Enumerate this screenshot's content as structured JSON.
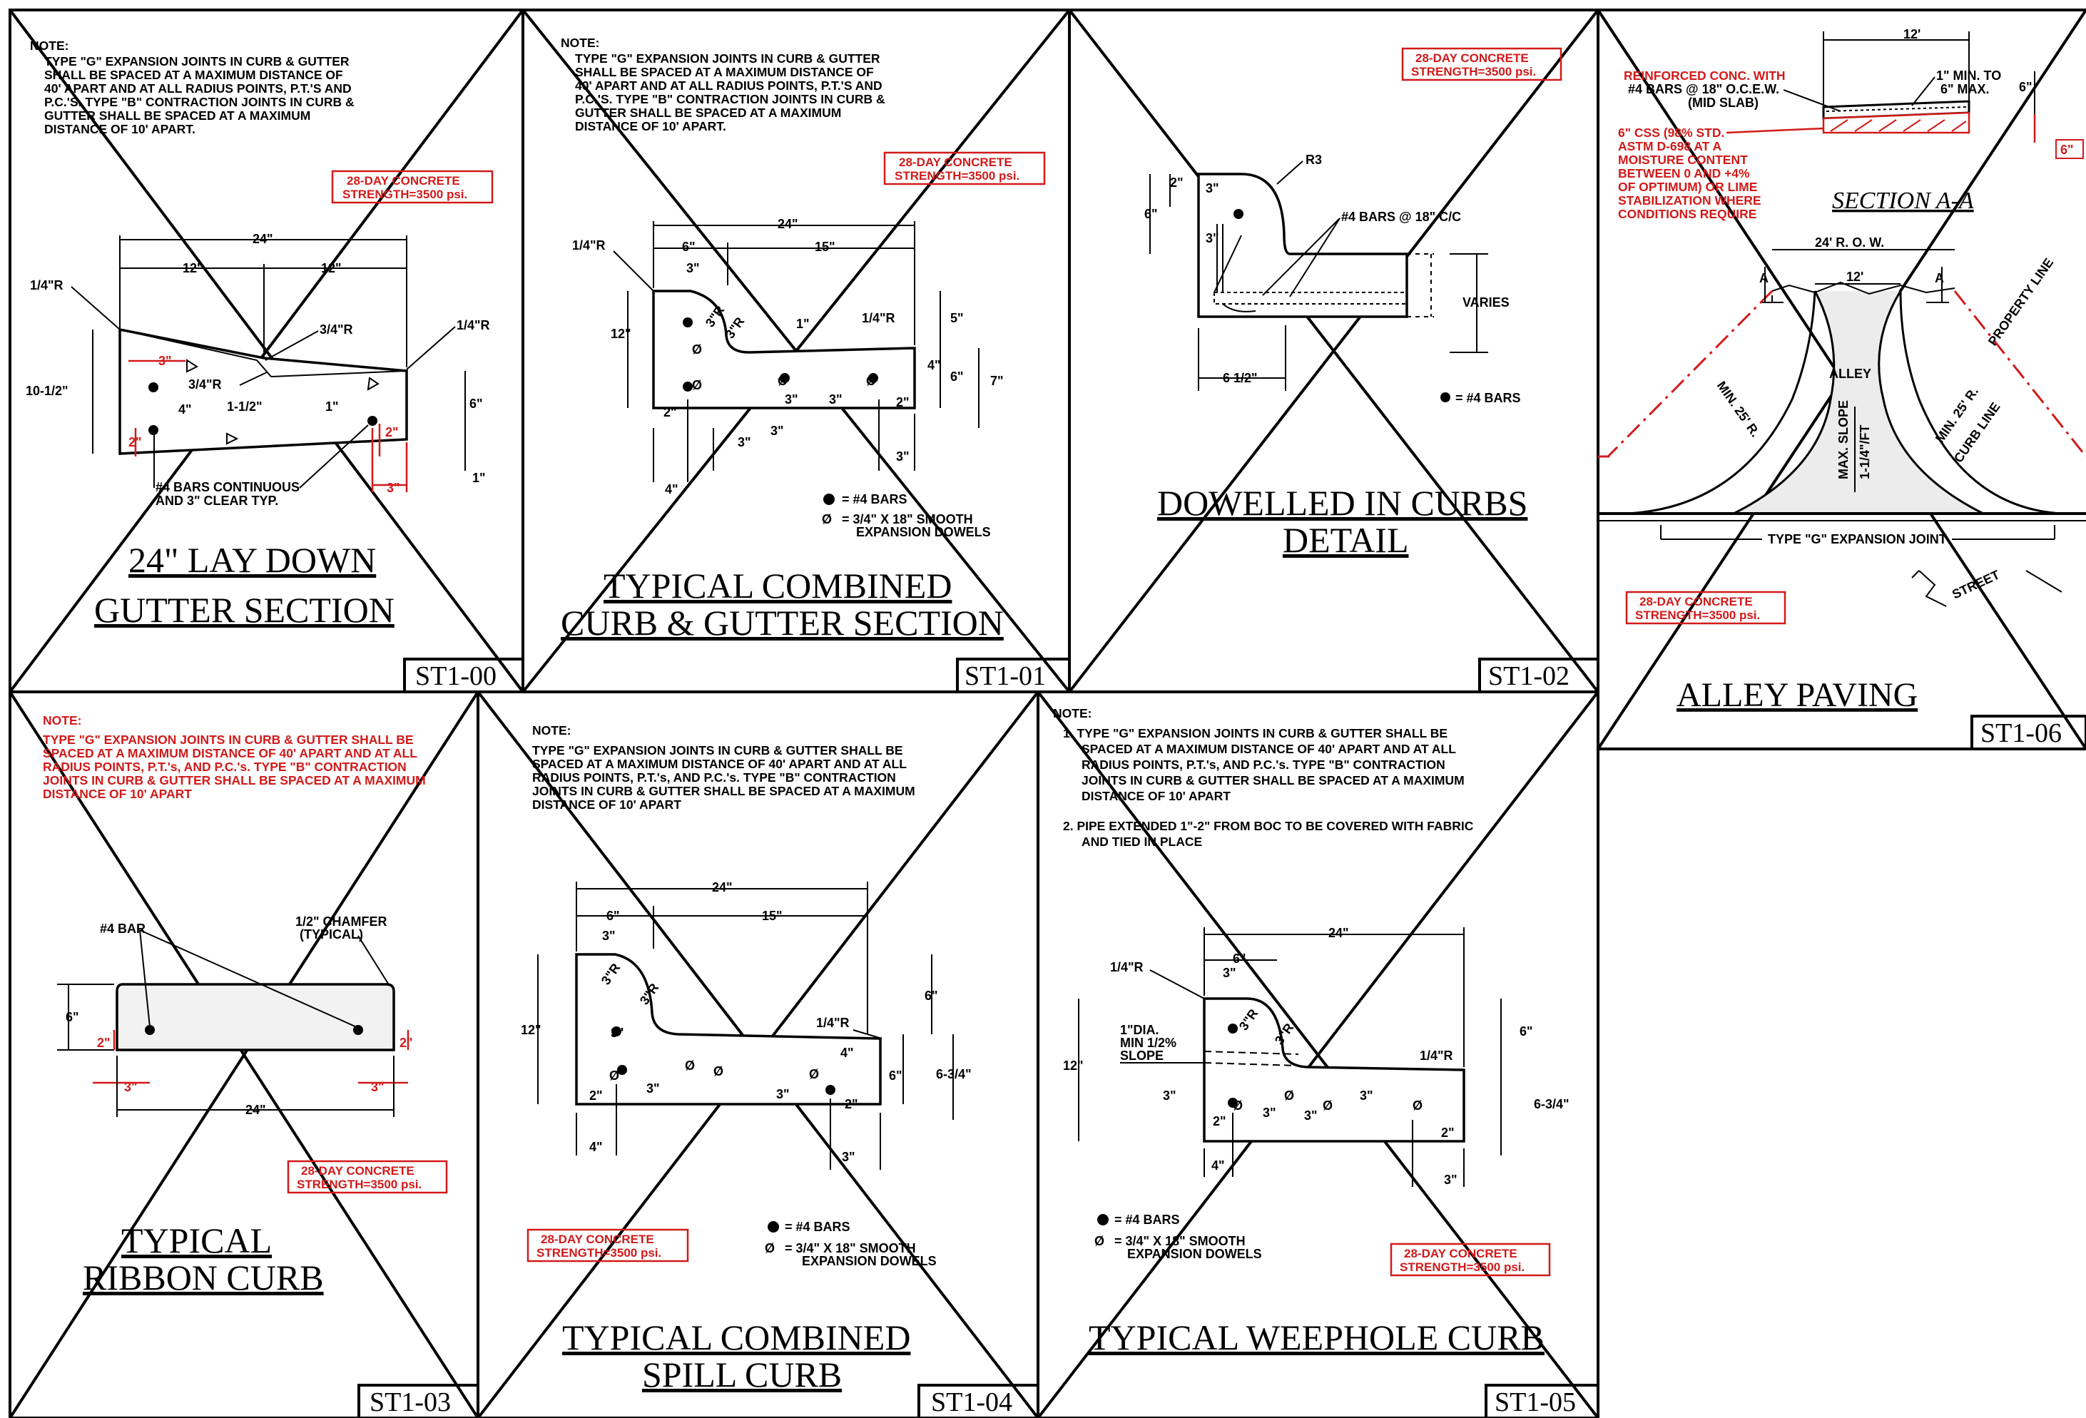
{
  "colors": {
    "line": "#000000",
    "red": "#d21a1a",
    "background": "#ffffff"
  },
  "concrete_note": [
    "28-DAY CONCRETE",
    "STRENGTH=3500 psi."
  ],
  "common": {
    "bars_legend": "= #4 BARS",
    "dowel_legend_1": "= 3/4\" X 18\" SMOOTH",
    "dowel_legend_2": "EXPANSION DOWELS",
    "note_head": "NOTE:"
  },
  "panels": {
    "st1_00": {
      "sheet": "ST1-00",
      "title": [
        "24\" LAY DOWN",
        "GUTTER SECTION"
      ],
      "note": [
        "NOTE:",
        "TYPE \"G\" EXPANSION JOINTS IN CURB & GUTTER",
        "SHALL BE SPACED AT A MAXIMUM DISTANCE OF",
        "40' APART AND AT ALL RADIUS POINTS, P.T.'S AND",
        "P.C.'S.  TYPE \"B\" CONTRACTION JOINTS IN CURB &",
        "GUTTER SHALL BE SPACED AT A MAXIMUM",
        "DISTANCE OF 10' APART."
      ],
      "dims": {
        "d24": "24\"",
        "d12a": "12\"",
        "d12b": "12\"",
        "r14a": "1/4\"R",
        "r34a": "3/4\"R",
        "r14b": "1/4\"R",
        "r34b": "3/4\"R",
        "d1012": "10-1/2\"",
        "d4": "4\"",
        "d112": "1-1/2\"",
        "d1": "1\"",
        "d6": "6\"",
        "d1b": "1\"",
        "r3a": "3\"",
        "r2a": "2\"",
        "r2b": "2\"",
        "r3b": "3\""
      },
      "bars_note": [
        "#4 BARS CONTINUOUS",
        "AND 3\" CLEAR TYP."
      ]
    },
    "st1_01": {
      "sheet": "ST1-01",
      "title": [
        "TYPICAL COMBINED",
        "CURB & GUTTER SECTION"
      ],
      "note": [
        "NOTE:",
        "TYPE \"G\" EXPANSION JOINTS IN CURB & GUTTER",
        "SHALL BE SPACED AT A MAXIMUM DISTANCE OF",
        "40' APART AND AT ALL RADIUS POINTS, P.T.'S AND",
        "P.C.'S.  TYPE \"B\" CONTRACTION JOINTS IN CURB &",
        "GUTTER SHALL BE SPACED AT A MAXIMUM",
        "DISTANCE OF 10' APART."
      ],
      "dims": {
        "d24": "24\"",
        "d6": "6\"",
        "d15": "15\"",
        "r14": "1/4\"R",
        "d3": "3\"",
        "d12": "12\"",
        "r3a": "3\"R",
        "r3b": "3\"R",
        "d1": "1\"",
        "r14b": "1/4\"R",
        "d5": "5\"",
        "d4": "4\"",
        "d6b": "6\"",
        "d7": "7\"",
        "d3b": "3\"",
        "d3c": "3\"",
        "d2": "2\"",
        "d2b": "2\"",
        "d3d": "3\"",
        "d3e": "3\"",
        "d4b": "4\"",
        "d3f": "3\""
      }
    },
    "st1_02": {
      "sheet": "ST1-02",
      "title": [
        "DOWELLED IN CURBS",
        "DETAIL"
      ],
      "labels": {
        "r3": "R3",
        "d2": "2\"",
        "d6": "6\"",
        "d3a": "3\"",
        "d3b": "3\"",
        "bars": "#4 BARS @ 18\" C/C",
        "varies": "VARIES",
        "d612": "6 1/2\"",
        "legend": "= #4 BARS"
      }
    },
    "st1_06": {
      "sheet": "ST1-06",
      "title": [
        "ALLEY PAVING"
      ],
      "section_title": "SECTION A-A",
      "red_note_a": [
        "REINFORCED CONC. WITH",
        "#4 BARS @ 18\" O.C.E.W.",
        "(MID SLAB)"
      ],
      "red_note_b": [
        "6\" CSS (98% STD.",
        "ASTM D-698 AT A",
        "MOISTURE CONTENT",
        "BETWEEN 0 AND +4%",
        "OF OPTIMUM) OR LIME",
        "STABILIZATION WHERE",
        "CONDITIONS REQUIRE"
      ],
      "labels": {
        "d12a": "12'",
        "min1": "1\" MIN. TO",
        "max6": "6\" MAX.",
        "d6a": "6\"",
        "d6b": "6\"",
        "row": "24'  R. O. W.",
        "d12b": "12'",
        "a1": "A",
        "a2": "A",
        "alley": "ALLEY",
        "slope1": "MAX. SLOPE",
        "slope2": "1-1/4\"/FT",
        "minr1": "MIN. 25' R.",
        "minr2": "MIN. 25' R.",
        "curb": "CURB LINE",
        "prop": "PROPERTY LINE",
        "joint": "TYPE \"G\" EXPANSION JOINT",
        "street": "STREET"
      }
    },
    "st1_03": {
      "sheet": "ST1-03",
      "title": [
        "TYPICAL",
        "RIBBON CURB"
      ],
      "red_note": [
        "NOTE:",
        "TYPE \"G\" EXPANSION JOINTS IN CURB & GUTTER SHALL BE",
        "SPACED AT A MAXIMUM DISTANCE OF 40' APART AND AT ALL",
        "RADIUS POINTS, P.T.'s, AND P.C.'s.  TYPE \"B\" CONTRACTION",
        "JOINTS IN CURB & GUTTER SHALL BE SPACED AT A MAXIMUM",
        "DISTANCE OF 10' APART"
      ],
      "labels": {
        "bar": "#4 BAR",
        "chamfer1": "1/2\" CHAMFER",
        "chamfer2": "(TYPICAL)",
        "d6": "6\"",
        "d2a": "2\"",
        "d2b": "2\"",
        "d3a": "3\"",
        "d3b": "3\"",
        "d24": "24\""
      }
    },
    "st1_04": {
      "sheet": "ST1-04",
      "title": [
        "TYPICAL COMBINED",
        "SPILL CURB"
      ],
      "note": [
        "NOTE:",
        "TYPE \"G\" EXPANSION JOINTS IN CURB & GUTTER SHALL BE",
        "SPACED AT A MAXIMUM DISTANCE OF 40' APART AND AT ALL",
        "RADIUS POINTS, P.T.'s, AND P.C.'s.  TYPE \"B\" CONTRACTION",
        "JOINTS IN CURB & GUTTER SHALL BE SPACED AT A MAXIMUM",
        "DISTANCE OF 10' APART"
      ],
      "dims": {
        "d24": "24\"",
        "d6": "6\"",
        "d15": "15\"",
        "d3": "3\"",
        "r3a": "3\"R",
        "r3b": "3\"R",
        "d12": "12\"",
        "d3b": "3\"",
        "r14": "1/4\"R",
        "d4": "4\"",
        "d6b": "6\"",
        "d6c": "6\"",
        "d634": "6-3/4\"",
        "d2": "2\"",
        "d3c": "3\"",
        "d3d": "3\"",
        "d2b": "2\"",
        "d4b": "4\"",
        "d3e": "3\""
      }
    },
    "st1_05": {
      "sheet": "ST1-05",
      "title": [
        "TYPICAL WEEPHOLE CURB"
      ],
      "note": [
        "NOTE:",
        "1.  TYPE \"G\" EXPANSION JOINTS IN CURB & GUTTER SHALL BE",
        "SPACED AT A MAXIMUM DISTANCE OF 40' APART AND AT ALL",
        "RADIUS POINTS, P.T.'s, AND P.C.'s.  TYPE \"B\" CONTRACTION",
        "JOINTS IN CURB & GUTTER SHALL BE SPACED AT A MAXIMUM",
        "DISTANCE OF 10' APART",
        "2.  PIPE EXTENDED 1\"-2\" FROM BOC TO BE COVERED WITH FABRIC",
        "AND TIED IN PLACE"
      ],
      "dims": {
        "d24": "24\"",
        "d6": "6\"",
        "r14": "1/4\"R",
        "d3": "3\"",
        "dia1": "1\"DIA.",
        "dia2": "MIN 1/2%",
        "dia3": "SLOPE",
        "d12": "12\"",
        "r3a": "3\"R",
        "r3b": "3\"R",
        "d6b": "6\"",
        "r14b": "1/4\"R",
        "d634": "6-3/4\"",
        "d3b": "3\"",
        "d3c": "3\"",
        "d3d": "3\"",
        "d3e": "3\"",
        "d2": "2\"",
        "d2b": "2\"",
        "d4": "4\"",
        "d3f": "3\""
      }
    }
  }
}
